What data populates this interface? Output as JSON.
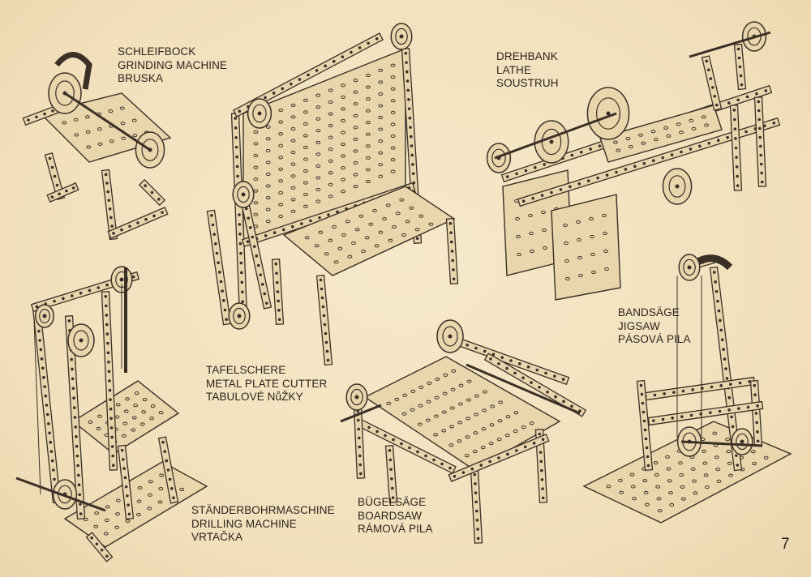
{
  "page_number": "7",
  "models": [
    {
      "id": "grinding",
      "lines": [
        "SCHLEIFBOCK",
        "GRINDING MACHINE",
        "BRUSKA"
      ]
    },
    {
      "id": "lathe",
      "lines": [
        "DREHBANK",
        "LATHE",
        "SOUSTRUH"
      ]
    },
    {
      "id": "cutter",
      "lines": [
        "TAFELSCHERE",
        "METAL PLATE CUTTER",
        "TABULOVÉ NůŽKY"
      ]
    },
    {
      "id": "jigsaw",
      "lines": [
        "BANDSÄGE",
        "JIGSAW",
        "PÁSOVÁ PILA"
      ]
    },
    {
      "id": "drill",
      "lines": [
        "STÄNDERBOHRMASCHINE",
        "DRILLING MACHINE",
        "VRTAČKA"
      ]
    },
    {
      "id": "boardsaw",
      "lines": [
        "BÜGELSÄGE",
        "BOARDSAW",
        "RÁMOVÁ PILA"
      ]
    }
  ]
}
